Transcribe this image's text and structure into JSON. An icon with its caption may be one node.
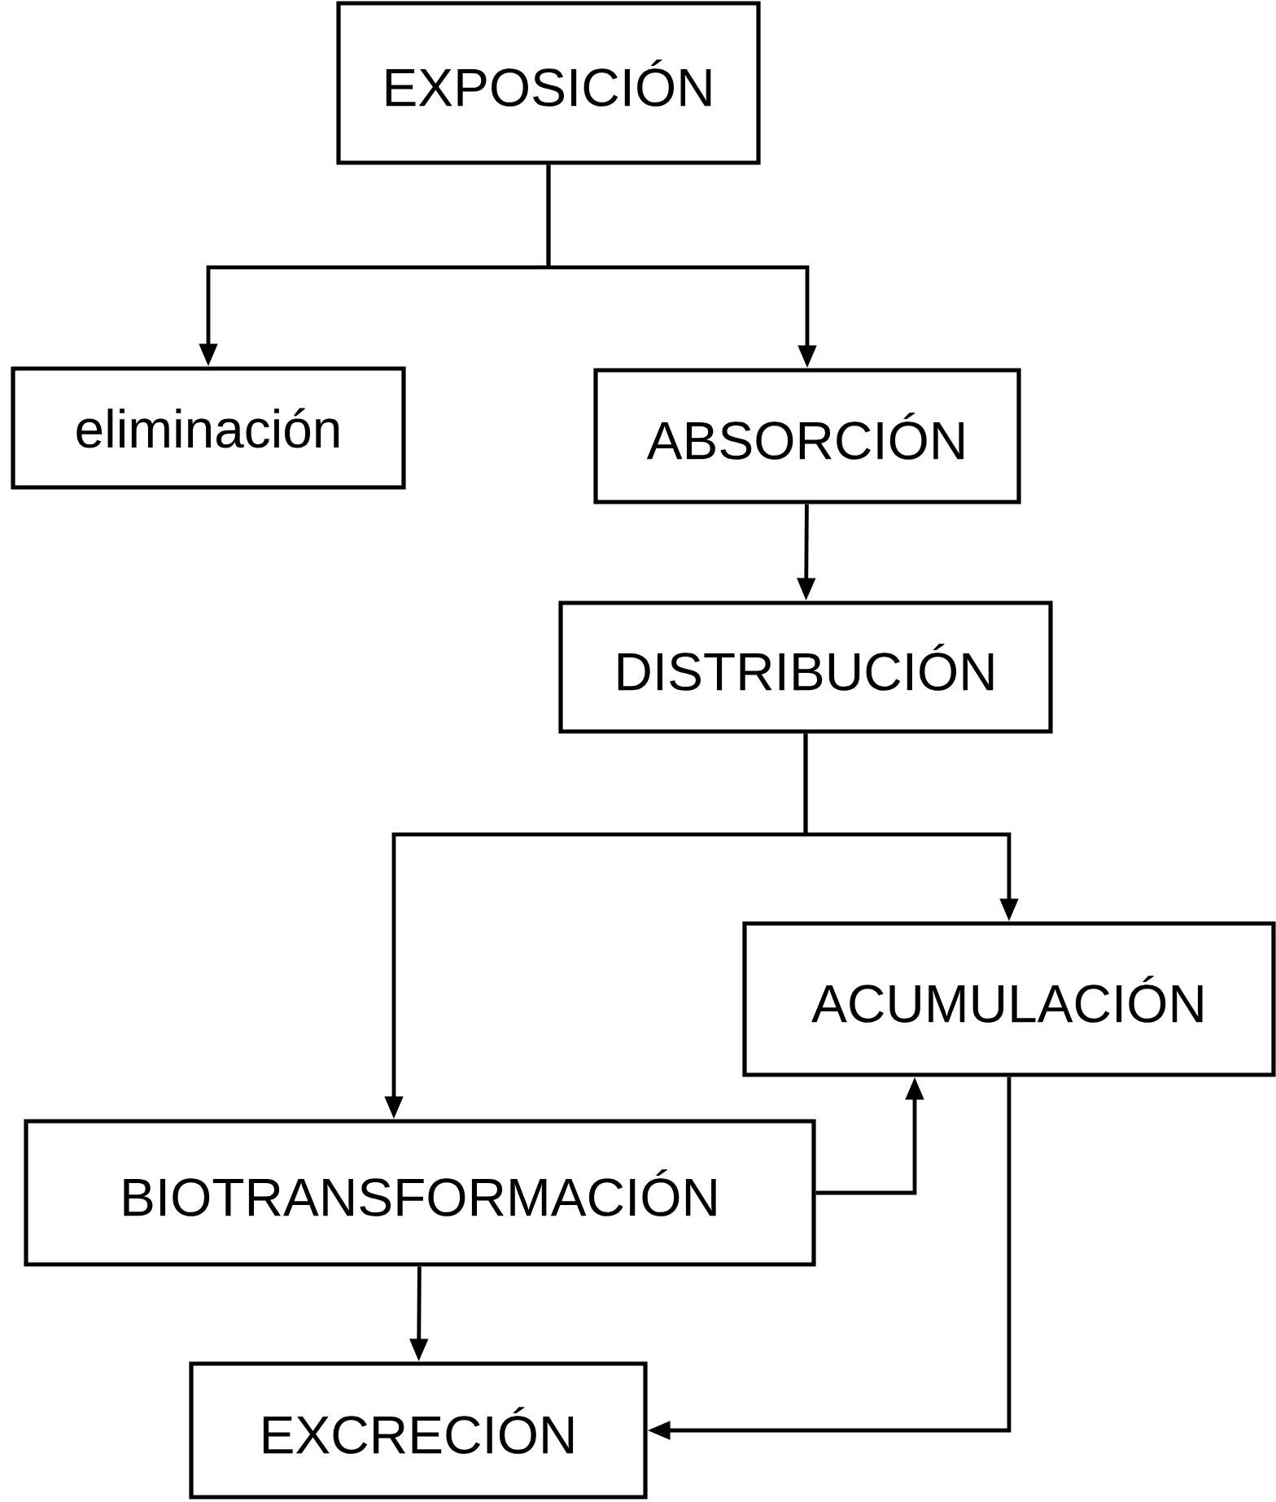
{
  "diagram": {
    "nodes": [
      {
        "text": [
          "EXPOSICIÓN"
        ]
      },
      {
        "text": [
          "eliminación"
        ]
      },
      {
        "text": [
          "ABSORCIÓN"
        ]
      },
      {
        "text": [
          "DISTRIBUCIÓN"
        ]
      },
      {
        "text": [
          "ACUMULACIÓN"
        ]
      },
      {
        "text": [
          "BIOTRANSFORMACIÓN"
        ]
      },
      {
        "text": [
          "EXCRECIÓN"
        ]
      }
    ],
    "edges": [
      {
        "from": 0,
        "to": 1,
        "arrow": "to"
      },
      {
        "from": 0,
        "to": 2,
        "arrow": "to"
      },
      {
        "from": 2,
        "to": 3,
        "arrow": "to"
      },
      {
        "from": 3,
        "to": 5,
        "arrow": "to"
      },
      {
        "from": 3,
        "to": 4,
        "arrow": "to"
      },
      {
        "from": 5,
        "to": 4,
        "arrow": "to"
      },
      {
        "from": 5,
        "to": 6,
        "arrow": "to"
      },
      {
        "from": 4,
        "to": 6,
        "arrow": "to"
      }
    ]
  }
}
